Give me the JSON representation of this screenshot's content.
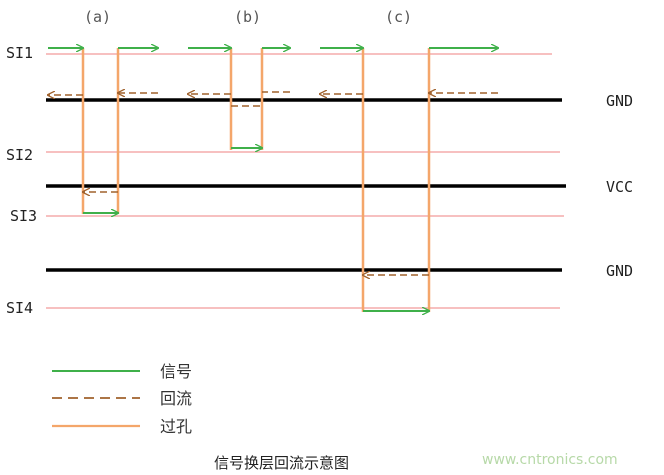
{
  "cases": [
    "(a)",
    "(b)",
    "(c)"
  ],
  "signal_layers": [
    "SI1",
    "SI2",
    "SI3",
    "SI4"
  ],
  "planes": [
    "GND",
    "VCC",
    "GND"
  ],
  "legend": {
    "signal": "信号",
    "return": "回流",
    "via": "过孔"
  },
  "caption": "信号换层回流示意图",
  "watermark": "www.cntronics.com",
  "colors": {
    "signal": "#3fb04a",
    "return": "#a0622d",
    "via": "#f4a66a",
    "trace": "#f29a9a",
    "plane": "#000000"
  }
}
